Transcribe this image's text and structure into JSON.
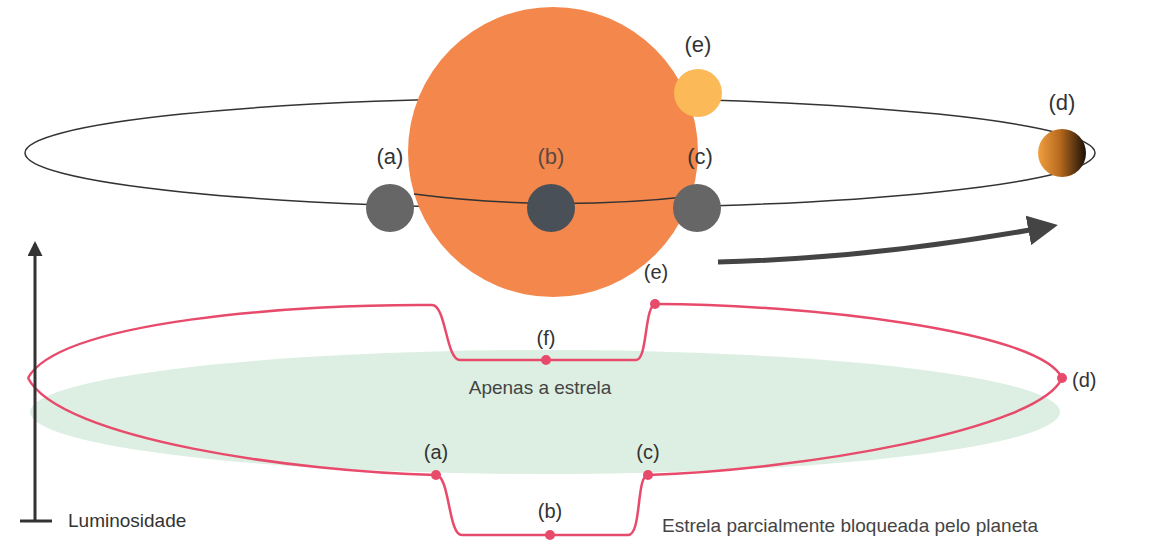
{
  "diagram": {
    "labels": [
      "(e)",
      "(d)",
      "(a)",
      "(b)",
      "(c)",
      "(e)",
      "(f)",
      "Apenas a estrela",
      "(d)",
      "(a)",
      "(c)",
      "(b)",
      "Luminosidade",
      "Estrela parcialmente bloqueada pelo planeta"
    ]
  }
}
